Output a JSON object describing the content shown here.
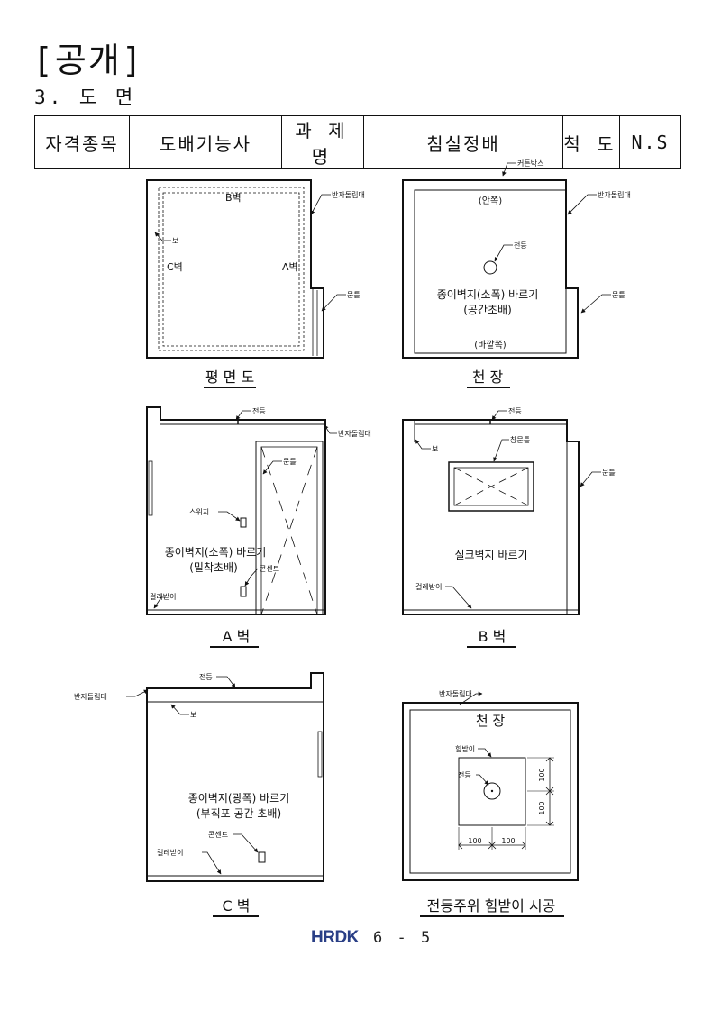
{
  "page": {
    "title": "[공개]",
    "section": "3. 도 면"
  },
  "header_table": {
    "label_qualification": "자격종목",
    "qualification": "도배기능사",
    "label_task": "과 제 명",
    "task": "침실정배",
    "label_scale": "척 도",
    "scale": "N.S"
  },
  "drawings": {
    "plan": {
      "caption": "평 면 도",
      "wall_b": "B벽",
      "wall_c": "C벽",
      "wall_a": "A벽",
      "beam": "보",
      "molding": "반자돌림대",
      "door_frame": "문틀"
    },
    "ceiling": {
      "caption": "천 장",
      "curtain_box": "커튼박스",
      "molding": "반자돌림대",
      "inside": "(안쪽)",
      "light": "전등",
      "door_frame": "문틀",
      "finish_line1": "종이벽지(소폭) 바르기",
      "finish_line2": "(공간초배)",
      "outside": "(바깥쪽)"
    },
    "wall_a": {
      "caption": "A 벽",
      "light": "전등",
      "molding": "반자돌림대",
      "door_frame": "문틀",
      "switch": "스위치",
      "finish_line1": "종이벽지(소폭) 바르기",
      "finish_line2": "(밀착초배)",
      "outlet": "콘센트",
      "baseboard": "걸레받이"
    },
    "wall_b": {
      "caption": "B 벽",
      "light": "전등",
      "beam": "보",
      "window_frame": "창문틀",
      "door_frame": "문틀",
      "finish": "실크벽지 바르기",
      "baseboard": "걸레받이"
    },
    "wall_c": {
      "caption": "C 벽",
      "light": "전등",
      "molding": "반자돌림대",
      "beam": "보",
      "finish_line1": "종이벽지(광폭) 바르기",
      "finish_line2": "(부직포 공간 초배)",
      "outlet": "콘센트",
      "baseboard": "걸레받이"
    },
    "reinforce": {
      "caption": "전등주위 힘받이 시공",
      "molding": "반자돌림대",
      "inner_title": "천 장",
      "support": "힘받이",
      "light": "전등",
      "dim_v1": "100",
      "dim_v2": "100",
      "dim_h1": "100",
      "dim_h2": "100"
    }
  },
  "footer": {
    "logo": "HRDK",
    "page_number": "6 - 5"
  }
}
